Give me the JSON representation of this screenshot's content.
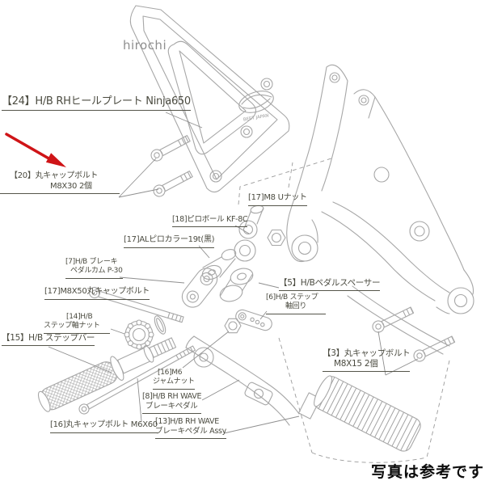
{
  "watermark": "hirochi",
  "logo_text": "BEET JAPAN",
  "footer_note": "写真は参考です",
  "colors": {
    "line_art": "#a7a7a7",
    "label_text": "#4b4b40",
    "arrow_red": "#cf1417",
    "watermark_gray": "#8f8f8f",
    "footer_black": "#0c0c0c"
  },
  "labels": {
    "l24": {
      "text": "【24】H/B RHヒールプレート Ninja650"
    },
    "l20": {
      "line1": "【20】丸キャップボルト",
      "line2": "M8X30 2個"
    },
    "l17u": {
      "text": "[17]M8 Uナット"
    },
    "l18": {
      "text": "[18]ピロボール KF-8C"
    },
    "l17al": {
      "text": "[17]ALピロカラー19t(黒)"
    },
    "l7": {
      "line1": "[7]H/B ブレーキ",
      "line2": "ペダルカム P-30"
    },
    "l17m8": {
      "text": "[17]M8X50丸キャップボルト"
    },
    "l5": {
      "text": "【5】H/Bペダルスペーサー"
    },
    "l6": {
      "line1": "[6]H/B ステップ",
      "line2": "軸回り"
    },
    "l14": {
      "line1": "[14]H/B",
      "line2": "ステップ軸ナット"
    },
    "l15": {
      "text": "【15】H/B ステップバー"
    },
    "l3": {
      "line1": "【3】丸キャップボルト",
      "line2": "M8X15 2個"
    },
    "l16n": {
      "line1": "[16]M6",
      "line2": "ジャムナット"
    },
    "l8": {
      "line1": "[8]H/B RH WAVE",
      "line2": "ブレーキペダル"
    },
    "l16b": {
      "text": "[16]丸キャップボルト M6X60"
    },
    "l13": {
      "line1": "[13]H/B RH WAVE",
      "line2": "ブレーキペダル Assy"
    }
  }
}
